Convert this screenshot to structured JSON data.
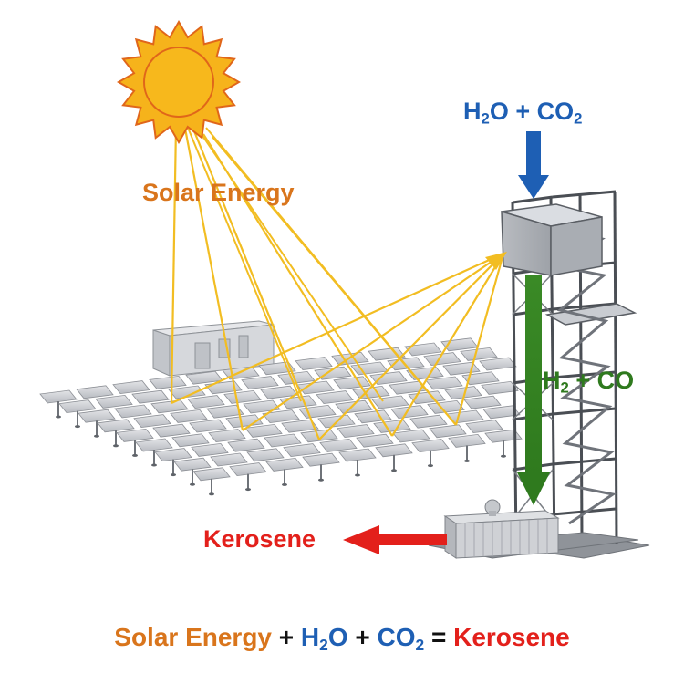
{
  "labels": {
    "solar_energy": "Solar Energy",
    "input": {
      "h2o_main": "H",
      "h2o_sub": "2",
      "h2o_tail": "O + CO",
      "co2_sub": "2"
    },
    "syngas": {
      "h": "H",
      "h_sub": "2",
      "tail": " + CO"
    },
    "kerosene": "Kerosene"
  },
  "equation": {
    "solar": "Solar Energy",
    "plus1": " + ",
    "h": "H",
    "h_sub": "2",
    "o": "O",
    "plus2": " + ",
    "co": "CO",
    "co_sub": "2",
    "equals": " = ",
    "kerosene": "Kerosene"
  },
  "colors": {
    "solar": "#d9751c",
    "input": "#1e5fb4",
    "syngas": "#2f7a1e",
    "kerosene": "#e3201b",
    "sun_fill": "#f6b31b",
    "rays": "#f2bd22",
    "mirrors": "#c9cbd0"
  }
}
